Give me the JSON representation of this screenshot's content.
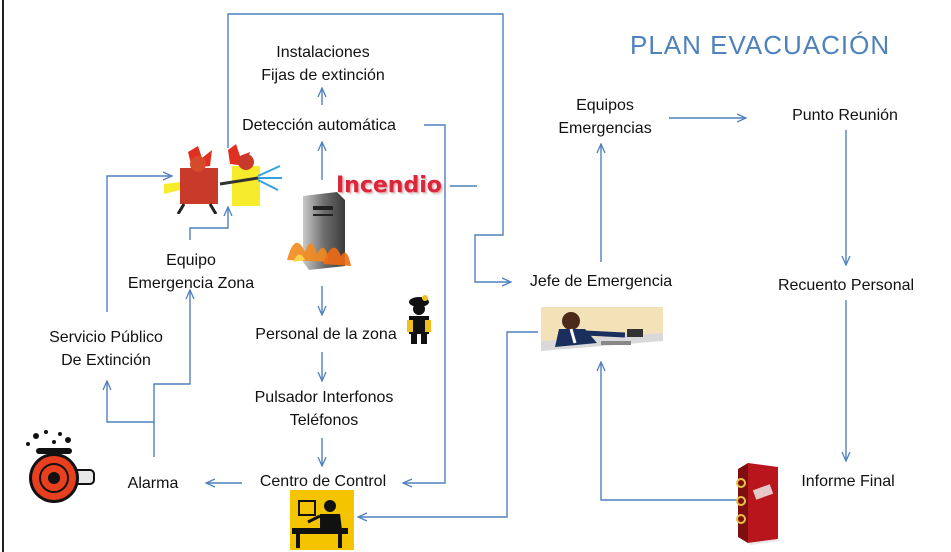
{
  "title": "PLAN EVACUACIÓN",
  "nodes": {
    "instalaciones": [
      "Instalaciones",
      "Fijas de extinción"
    ],
    "deteccion": "Detección automática",
    "incendio": "Incendio",
    "equipo_zona": [
      "Equipo",
      "Emergencia Zona"
    ],
    "servicio_publico": [
      "Servicio Público",
      "De Extinción"
    ],
    "personal_zona": "Personal de la zona",
    "pulsador": [
      "Pulsador Interfonos",
      "Teléfonos"
    ],
    "alarma": "Alarma",
    "centro_control": "Centro de Control",
    "equipos_emergencias": [
      "Equipos",
      "Emergencias"
    ],
    "punto_reunion": "Punto Reunión",
    "jefe": "Jefe de Emergencia",
    "recuento": "Recuento Personal",
    "informe": "Informe Final"
  },
  "icons": {
    "firefighters": "firefighters-clipart-icon",
    "server_fire": "burning-server-icon",
    "fireman": "fireman-figure-icon",
    "alarm_bell": "alarm-bell-icon",
    "operator": "control-operator-icon",
    "manager": "manager-on-phone-icon",
    "report": "report-book-icon"
  },
  "colors": {
    "arrow": "#4f81bd",
    "title": "#4f81bd",
    "incendio": "#d9263a"
  }
}
